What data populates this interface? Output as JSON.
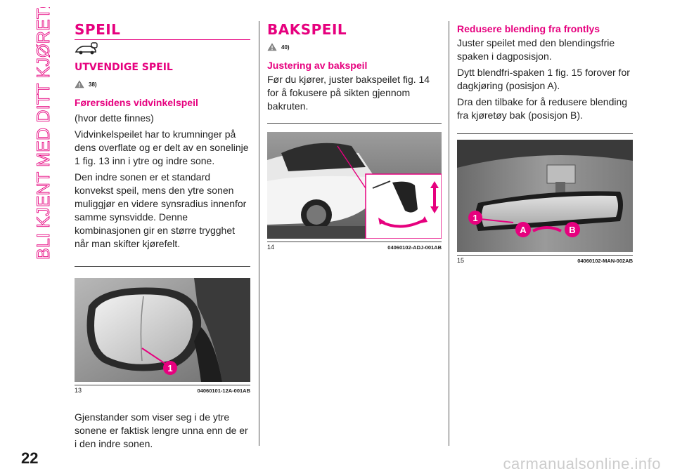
{
  "side_title": "BLI KJENT MED DITT KJØRETØY",
  "page_number": "22",
  "watermark": "carmanualsonline.info",
  "colors": {
    "accent": "#e6007e",
    "text": "#1a1a1a"
  },
  "col1": {
    "heading": "SPEIL",
    "icon": "car-mirror-icon",
    "subheading": "UTVENDIGE SPEIL",
    "warning_ref": "38)",
    "section_title": "Førersidens vidvinkelspeil",
    "paragraphs": [
      "(hvor dette finnes)",
      "Vidvinkelspeilet har to krumninger på dens overflate og er delt av en sonelinje 1 fig. 13 inn i ytre og indre sone.",
      "Den indre sonen er et standard konvekst speil, mens den ytre sonen muliggjør en videre synsradius innenfor samme synsvidde. Denne kombinasjonen gir en større trygghet når man skifter kjørefelt."
    ],
    "figure": {
      "number": "13",
      "code": "04060101-12A-001AB",
      "callout": "1"
    },
    "after_paragraph": "Gjenstander som viser seg i de ytre sonene er faktisk lengre unna enn de er i den indre sonen."
  },
  "col2": {
    "heading": "BAKSPEIL",
    "warning_ref": "40)",
    "section_title": "Justering av bakspeil",
    "paragraph": "Før du kjører, juster bakspeilet fig. 14 for å fokusere på sikten gjennom bakruten.",
    "figure": {
      "number": "14",
      "code": "04060102-ADJ-001AB"
    }
  },
  "col3": {
    "section_title": "Redusere blending fra frontlys",
    "paragraphs": [
      "Juster speilet med den blendingsfrie spaken i dagposisjon.",
      "Dytt blendfri-spaken 1 fig. 15 forover for dagkjøring (posisjon A).",
      "Dra den tilbake for å redusere blending fra kjøretøy bak (posisjon B)."
    ],
    "figure": {
      "number": "15",
      "code": "04060102-MAN-002AB",
      "callouts": [
        "1",
        "A",
        "B"
      ]
    }
  }
}
